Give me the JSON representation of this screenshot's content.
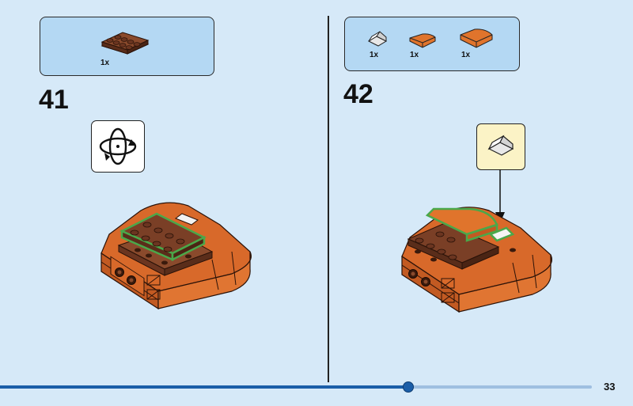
{
  "page": {
    "number": "33",
    "progress": 0.69
  },
  "colors": {
    "background": "#d6e9f8",
    "parts_box": "#b4d8f3",
    "brick_brown": "#6b3a24",
    "brick_orange": "#d8682a",
    "highlight_green": "#4aa84a",
    "callout_yellow": "#fbf3c6",
    "progress": "#1b5ea8"
  },
  "step41": {
    "number": "41",
    "parts": [
      {
        "name": "plate-2x4-reddish-brown",
        "qty": "1x"
      }
    ],
    "rotate_icon": "rotate-model-icon"
  },
  "step42": {
    "number": "42",
    "parts": [
      {
        "name": "slope-1x1-white",
        "qty": "1x"
      },
      {
        "name": "curved-slope-1x2-orange",
        "qty": "1x"
      },
      {
        "name": "curved-slope-2x2-orange",
        "qty": "1x"
      }
    ],
    "callout_icon": "white-slope-icon"
  }
}
